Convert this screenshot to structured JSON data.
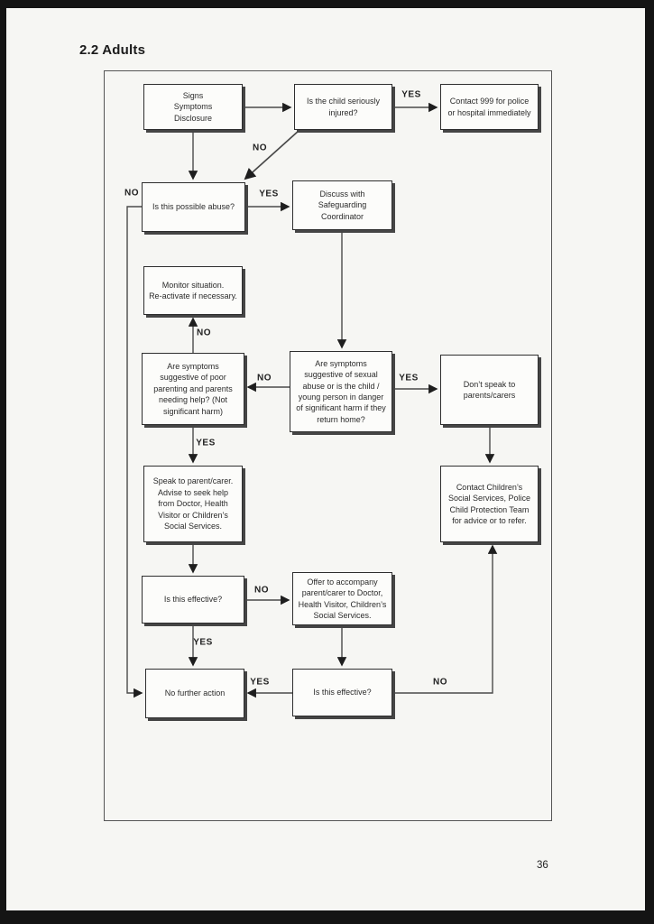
{
  "page": {
    "title": "2.2 Adults",
    "page_number": "36"
  },
  "flowchart": {
    "nodes": {
      "signs": {
        "text": "Signs\nSymptoms\nDisclosure"
      },
      "seriously_injured": {
        "text": "Is the child seriously injured?"
      },
      "contact_999": {
        "text": "Contact 999 for police or hospital immediately"
      },
      "possible_abuse": {
        "text": "Is this possible abuse?"
      },
      "discuss_safeguarding": {
        "text": "Discuss with\nSafeguarding\nCoordinator"
      },
      "monitor": {
        "text": "Monitor situation.\nRe-activate if necessary."
      },
      "poor_parenting": {
        "text": "Are symptoms suggestive of poor parenting and parents needing help? (Not significant harm)"
      },
      "sexual_abuse": {
        "text": "Are symptoms suggestive of sexual abuse or is the child / young person in danger of significant harm if they return home?"
      },
      "dont_speak": {
        "text": "Don’t speak to parents/carers"
      },
      "contact_social": {
        "text": "Contact Children’s Social Services, Police Child Protection Team for advice or to refer."
      },
      "speak_parent": {
        "text": "Speak to parent/carer. Advise to seek help from Doctor, Health Visitor or Children’s Social Services."
      },
      "effective_1": {
        "text": "Is this effective?"
      },
      "offer_accompany": {
        "text": "Offer to accompany parent/carer to Doctor, Health Visitor, Children’s Social Services."
      },
      "no_further_action": {
        "text": "No further action"
      },
      "effective_2": {
        "text": "Is this effective?"
      }
    },
    "decision_labels": {
      "yes": "YES",
      "no": "NO"
    }
  }
}
